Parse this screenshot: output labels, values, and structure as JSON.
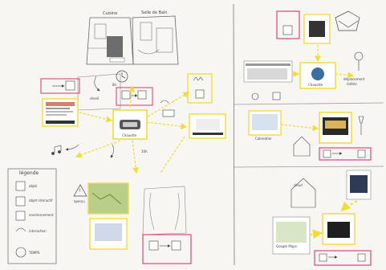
{
  "diagram": {
    "room_labels": [
      "Cuisine",
      "Salle de Bain"
    ],
    "hub_labels": [
      "Chouette",
      "Chouette"
    ],
    "legend_title": "légende",
    "legend_items": [
      "objet",
      "objet interactif",
      "environnement",
      "interaction",
      "TEMPS"
    ],
    "notes": {
      "wake": "réveil",
      "time1": "8h",
      "time2": "10h",
      "bottom_left": "aperçu",
      "marker": "!",
      "right_top": "déplacement",
      "right_top2": "météo",
      "right_mid": "Calendrier",
      "cloud": "cloud",
      "maps": "Google Maps"
    },
    "colors": {
      "pink": "#e0447c",
      "yellow": "#f2dc3a",
      "ink": "#3a3a3a",
      "grid": "#c9c9c9"
    }
  }
}
